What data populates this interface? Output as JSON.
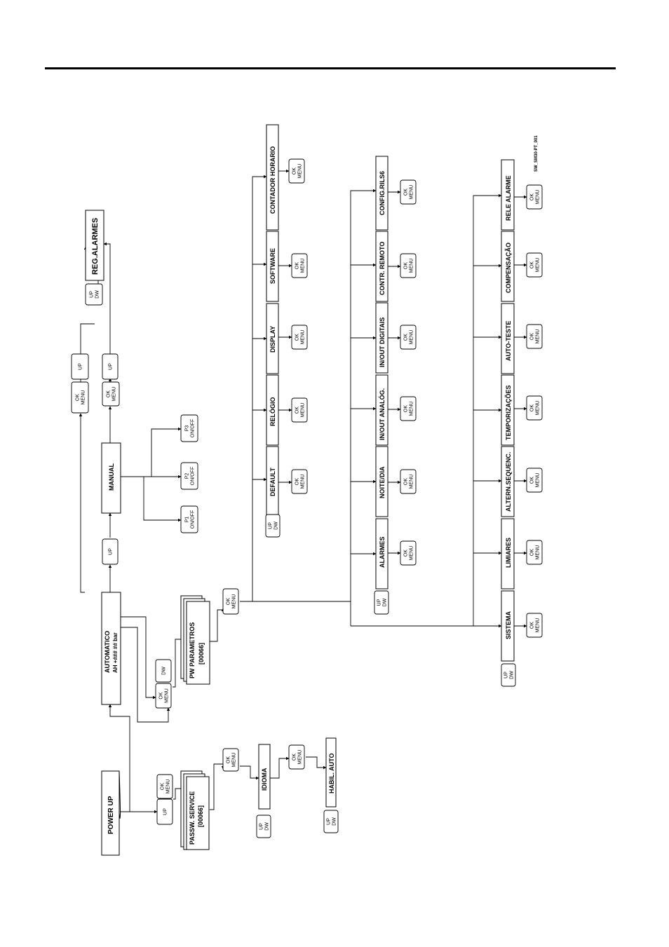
{
  "code": "SW_SM30-PT_001",
  "blocks": {
    "power_up": "POWER UP",
    "passw_service_1": "PASSW. SERVICE",
    "passw_service_2": "[00066]",
    "idioma": "IDIOMA",
    "habil_auto": "HABIL. AUTO",
    "automatico_1": "AUTOMATICO",
    "automatico_2": "AH  +### ## bar",
    "pw_parametros_1": "PW PARAMETROS",
    "pw_parametros_2": "[00066]",
    "manual": "MANUAL",
    "reg_alarmes": "REG.ALARMES",
    "default": "DEFAULT",
    "relogio": "RELÓGIO",
    "display": "DISPLAY",
    "software": "SOFTWARE",
    "contador_horario": "CONTADOR HORARIO",
    "alarmes": "ALARMES",
    "noite_dia": "NOITE/DIA",
    "in_out_analog": "IN/OUT ANALÓG.",
    "in_out_digitais": "IN/OUT DIGITAIS",
    "contr_remoto": "CONTR. REMOTO",
    "config_rs": "CONFIG.RILS6",
    "sistema": "SISTEMA",
    "limiares": "LIMIARES",
    "altern_sequenc": "ALTERN.SEQUENC.",
    "temporizacoes": "TEMPORIZAÇÕES",
    "auto_teste": "AUTO-TESTE",
    "compensacao": "COMPENSAÇÃO",
    "rele_alarme": "RELE ALARME"
  },
  "buttons": {
    "ok": "OK",
    "menu": "MENU",
    "up": "UP",
    "dw": "DW",
    "p1": "P1",
    "p2": "P2",
    "p3": "P3",
    "on_off": "ON/OFF"
  }
}
